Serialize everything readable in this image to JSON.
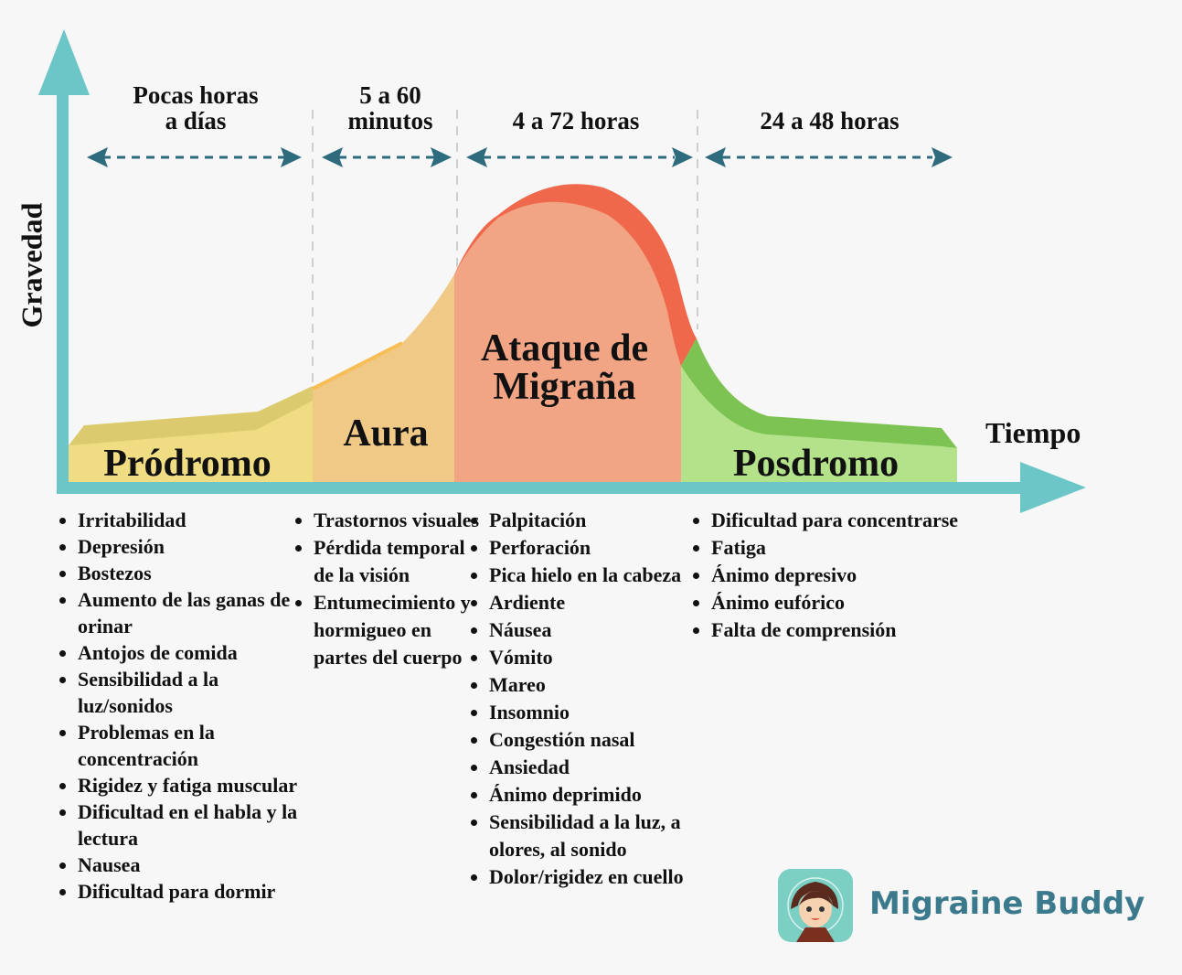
{
  "axes": {
    "y_label": "Gravedad",
    "x_label": "Tiempo"
  },
  "durations": [
    "Pocas horas a días",
    "5 a 60 minutos",
    "4 a 72 horas",
    "24 a 48 horas"
  ],
  "durations_lines": [
    [
      "Pocas horas",
      "a días"
    ],
    [
      "5 a 60",
      "minutos"
    ],
    [
      "4 a 72 horas"
    ],
    [
      "24 a 48 horas"
    ]
  ],
  "phases": {
    "prodromo": "Pródromo",
    "aura": "Aura",
    "ataque_line1": "Ataque de",
    "ataque_line2": "Migraña",
    "posdromo": "Posdromo"
  },
  "symptoms": {
    "prodromo": [
      "Irritabilidad",
      "Depresión",
      "Bostezos",
      "Aumento de las ganas de orinar",
      "Antojos de comida",
      "Sensibilidad a la luz/sonidos",
      "Problemas en la concentración",
      "Rigidez y fatiga muscular",
      "Dificultad en el habla y la lectura",
      "Nausea",
      "Dificultad para dormir"
    ],
    "aura": [
      "Trastornos visuales",
      "Pérdida temporal de la visión",
      "Entumecimiento y hormigueo en partes del cuerpo"
    ],
    "ataque": [
      "Palpitación",
      "Perforación",
      "Pica hielo en la cabeza",
      "Ardiente",
      "Náusea",
      "Vómito",
      "Mareo",
      "Insomnio",
      "Congestión nasal",
      "Ansiedad",
      "Ánimo deprimido",
      "Sensibilidad a la luz, a olores, al sonido",
      "Dolor/rigidez en cuello"
    ],
    "posdromo": [
      "Dificultad para concentrarse",
      "Fatiga",
      "Ánimo depresivo",
      "Ánimo eufórico",
      "Falta de comprensión"
    ]
  },
  "brand": {
    "name": "Migraine Buddy"
  },
  "colors": {
    "axis": "#6cc5c6",
    "prodromo": "#f0dc82",
    "aura": "#f0c987",
    "ataque": "#f2a584",
    "ataque_edge": "#ef684b",
    "posdromo": "#b3e28a",
    "posdromo_edge": "#7dc353",
    "arrow": "#2e6b7d",
    "brand": "#3b7a8c"
  }
}
